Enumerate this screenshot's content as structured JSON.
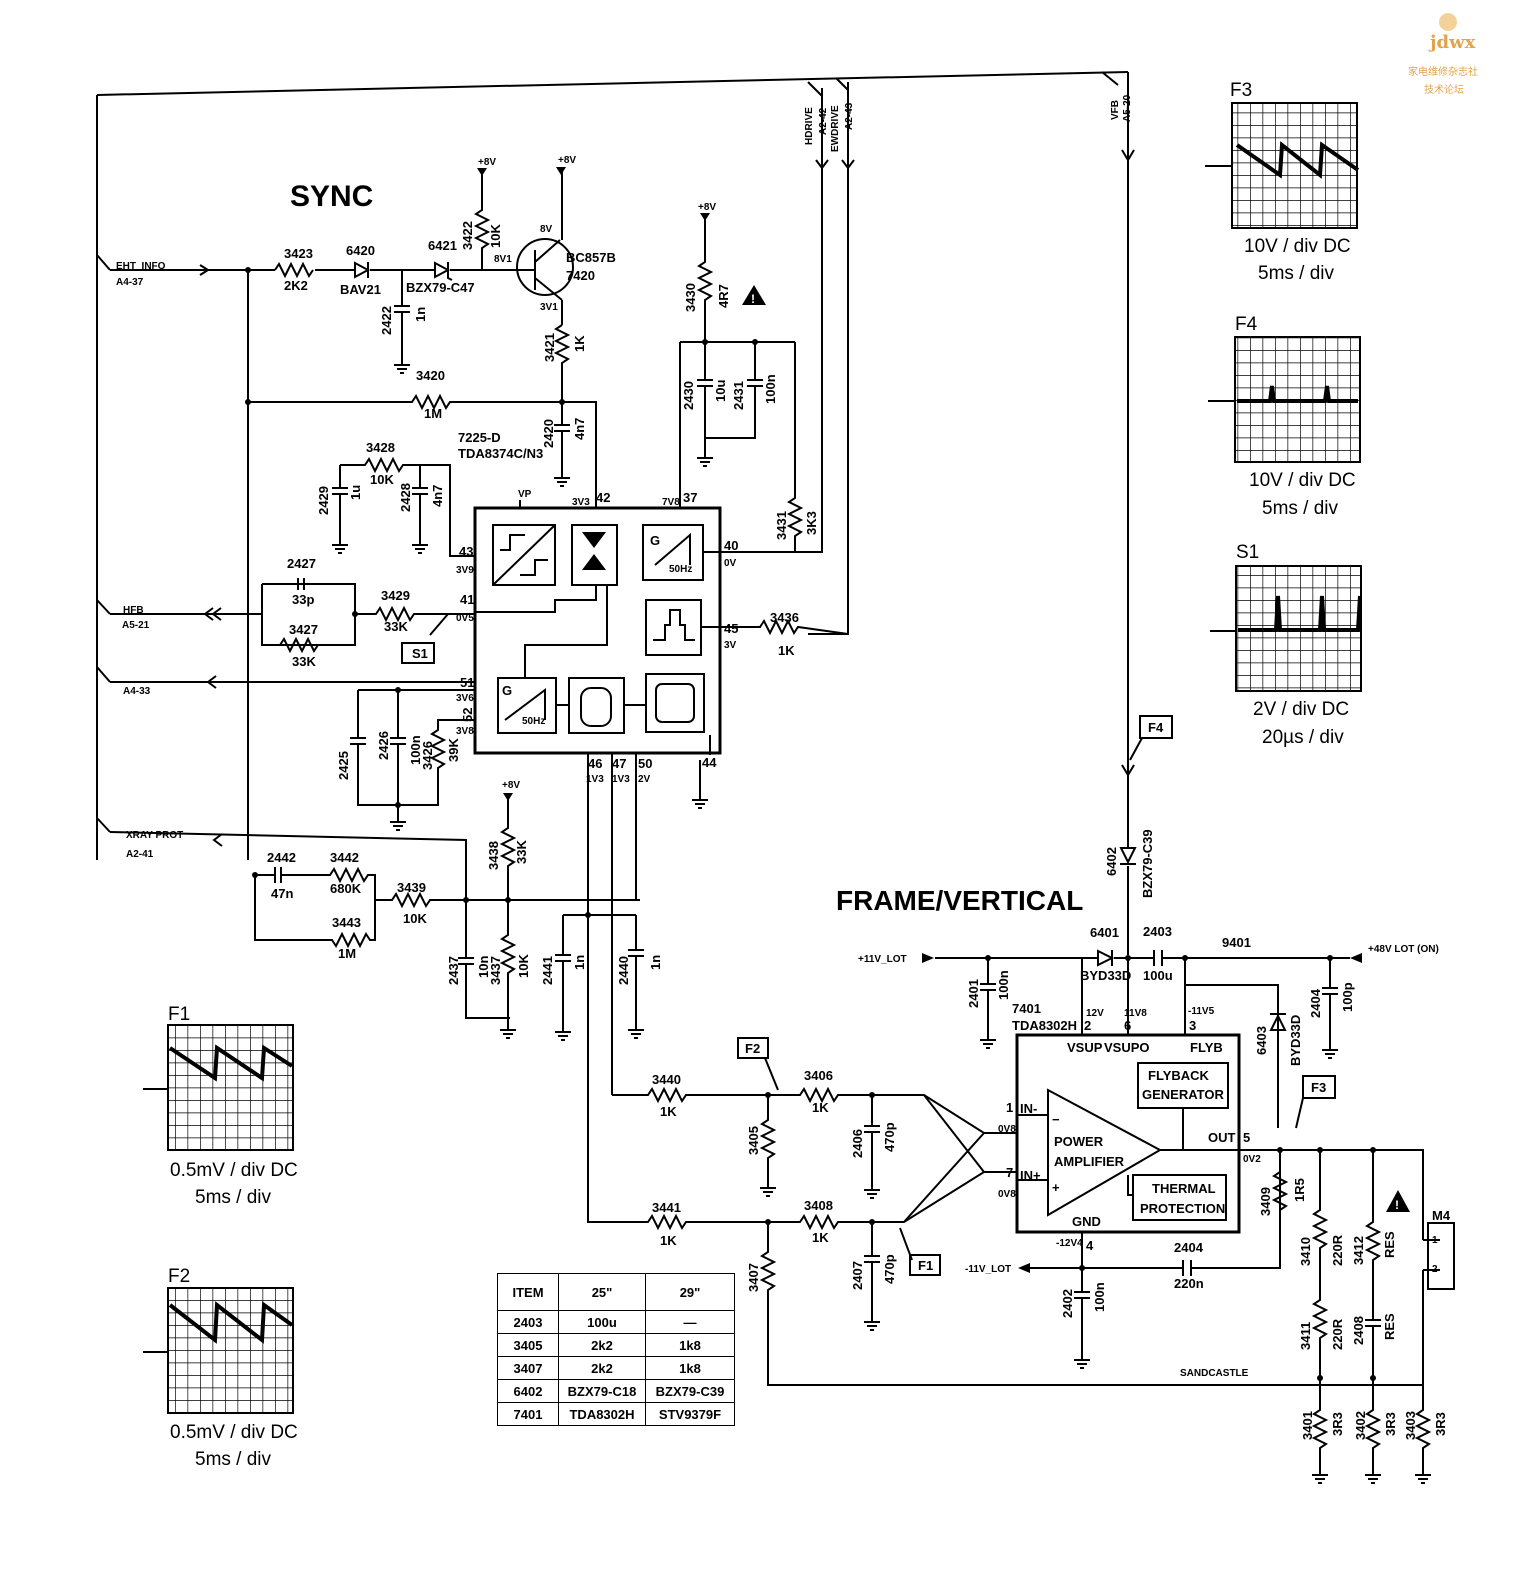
{
  "watermark": {
    "logo": "jdwx",
    "line1": "家电维修杂志社",
    "line2": "技术论坛"
  },
  "sections": {
    "sync": "SYNC",
    "frame": "FRAME/VERTICAL"
  },
  "connectors": [
    {
      "name": "EHT_INFO",
      "ref": "A4-37"
    },
    {
      "name": "HFB",
      "ref": "A5-21"
    },
    {
      "name": "",
      "ref": "A4-33"
    },
    {
      "name": "XRAY PROT",
      "ref": "A2-41"
    },
    {
      "name": "HDRIVE",
      "ref": "A2-42"
    },
    {
      "name": "EWDRIVE",
      "ref": "A2-43"
    },
    {
      "name": "VFB",
      "ref": "A5-20"
    }
  ],
  "supplies": {
    "plus8v": "+8V",
    "plus11": "+11V_LOT",
    "minus11": "-11V_LOT",
    "plus48": "+48V LOT (ON)"
  },
  "ic_sync": {
    "ref": "7225-D",
    "part": "TDA8374C/N3",
    "vp": "VP",
    "block_50hz_a": "50Hz",
    "block_50hz_b": "50Hz",
    "g": "G",
    "pins": [
      {
        "n": "42",
        "v": "3V3"
      },
      {
        "n": "37",
        "v": "7V8"
      },
      {
        "n": "43",
        "v": "3V9"
      },
      {
        "n": "41",
        "v": "0V5"
      },
      {
        "n": "40",
        "v": "0V"
      },
      {
        "n": "45",
        "v": "3V"
      },
      {
        "n": "51",
        "v": "3V6"
      },
      {
        "n": "52",
        "v": "3V8"
      },
      {
        "n": "46",
        "v": "1V3"
      },
      {
        "n": "47",
        "v": "1V3"
      },
      {
        "n": "50",
        "v": "2V"
      },
      {
        "n": "44",
        "v": ""
      }
    ]
  },
  "transistor": {
    "ref": "7420",
    "part": "BC857B",
    "e": "8V",
    "b": "8V1",
    "c": "3V1"
  },
  "components": [
    {
      "ref": "3423",
      "val": "2K2"
    },
    {
      "ref": "6420",
      "val": "BAV21"
    },
    {
      "ref": "6421",
      "val": "BZX79-C47"
    },
    {
      "ref": "3422",
      "val": "10K"
    },
    {
      "ref": "2422",
      "val": "1n"
    },
    {
      "ref": "3421",
      "val": "1K"
    },
    {
      "ref": "3420",
      "val": "1M"
    },
    {
      "ref": "2420",
      "val": "4n7"
    },
    {
      "ref": "3428",
      "val": "10K"
    },
    {
      "ref": "2429",
      "val": "1u"
    },
    {
      "ref": "2428",
      "val": "4n7"
    },
    {
      "ref": "2427",
      "val": "33p"
    },
    {
      "ref": "3427",
      "val": "33K"
    },
    {
      "ref": "3429",
      "val": "33K"
    },
    {
      "ref": "3430",
      "val": "4R7"
    },
    {
      "ref": "2430",
      "val": "10u"
    },
    {
      "ref": "2431",
      "val": "100n"
    },
    {
      "ref": "3431",
      "val": "3K3"
    },
    {
      "ref": "3436",
      "val": "1K"
    },
    {
      "ref": "2425",
      "val": ""
    },
    {
      "ref": "2426",
      "val": "100n"
    },
    {
      "ref": "3426",
      "val": "39K"
    },
    {
      "ref": "3438",
      "val": "33K"
    },
    {
      "ref": "2442",
      "val": "47n"
    },
    {
      "ref": "3442",
      "val": "680K"
    },
    {
      "ref": "3443",
      "val": "1M"
    },
    {
      "ref": "3439",
      "val": "10K"
    },
    {
      "ref": "2437",
      "val": "10n"
    },
    {
      "ref": "3437",
      "val": "10K"
    },
    {
      "ref": "2441",
      "val": "1n"
    },
    {
      "ref": "2440",
      "val": "1n"
    },
    {
      "ref": "3440",
      "val": "1K"
    },
    {
      "ref": "3441",
      "val": "1K"
    },
    {
      "ref": "3406",
      "val": "1K"
    },
    {
      "ref": "3408",
      "val": "1K"
    },
    {
      "ref": "3405",
      "val": ""
    },
    {
      "ref": "3407",
      "val": ""
    },
    {
      "ref": "2406",
      "val": "470p"
    },
    {
      "ref": "2407",
      "val": "470p"
    },
    {
      "ref": "6402",
      "val": "BZX79-C39"
    },
    {
      "ref": "6401",
      "val": "BYD33D"
    },
    {
      "ref": "2403",
      "val": "100u"
    },
    {
      "ref": "9401",
      "val": ""
    },
    {
      "ref": "2401",
      "val": "100n"
    },
    {
      "ref": "2404",
      "val": "100p"
    },
    {
      "ref": "6403",
      "val": "BYD33D"
    },
    {
      "ref": "3409",
      "val": "1R5"
    },
    {
      "ref": "2402",
      "val": "100n"
    },
    {
      "ref": "2404",
      "val": "220n"
    },
    {
      "ref": "3410",
      "val": "220R"
    },
    {
      "ref": "3411",
      "val": "220R"
    },
    {
      "ref": "3412",
      "val": "RES"
    },
    {
      "ref": "2408",
      "val": "RES"
    },
    {
      "ref": "3401",
      "val": "3R3"
    },
    {
      "ref": "3402",
      "val": "3R3"
    },
    {
      "ref": "3403",
      "val": "3R3"
    }
  ],
  "ic_frame": {
    "ref": "7401",
    "part": "TDA8302H",
    "vsup": "VSUP",
    "vsupo": "VSUPO",
    "flyb": "FLYB",
    "flyback": [
      "FLYBACK",
      "GENERATOR"
    ],
    "amp": [
      "POWER",
      "AMPLIFIER"
    ],
    "thermal": [
      "THERMAL",
      "PROTECTION"
    ],
    "gnd": "GND",
    "out": "OUT",
    "in_minus": "IN-",
    "in_plus": "IN+",
    "pins": [
      {
        "n": "2",
        "v": "12V"
      },
      {
        "n": "6",
        "v": "11V8"
      },
      {
        "n": "3",
        "v": "-11V5"
      },
      {
        "n": "1",
        "v": "0V8"
      },
      {
        "n": "7",
        "v": "0V8"
      },
      {
        "n": "5",
        "v": "0V2"
      },
      {
        "n": "4",
        "v": "-12V4"
      }
    ]
  },
  "net_labels": {
    "sandcastle": "SANDCASTLE",
    "m4": "M4",
    "m4_pin1": "1",
    "m4_pin2": "2"
  },
  "tags": {
    "S1": "S1",
    "F1": "F1",
    "F2": "F2",
    "F3": "F3",
    "F4": "F4"
  },
  "scopes": [
    {
      "id": "F3",
      "l1": "10V / div DC",
      "l2": "5ms / div"
    },
    {
      "id": "F4",
      "l1": "10V / div DC",
      "l2": "5ms / div"
    },
    {
      "id": "S1",
      "l1": "2V / div DC",
      "l2": "20µs / div"
    },
    {
      "id": "F1",
      "l1": "0.5mV / div DC",
      "l2": "5ms / div"
    },
    {
      "id": "F2",
      "l1": "0.5mV / div DC",
      "l2": "5ms / div"
    }
  ],
  "table": {
    "header": [
      "ITEM",
      "25\"",
      "29\""
    ],
    "rows": [
      [
        "2403",
        "100u",
        "—"
      ],
      [
        "3405",
        "2k2",
        "1k8"
      ],
      [
        "3407",
        "2k2",
        "1k8"
      ],
      [
        "6402",
        "BZX79-C18",
        "BZX79-C39"
      ],
      [
        "7401",
        "TDA8302H",
        "STV9379F"
      ]
    ]
  }
}
